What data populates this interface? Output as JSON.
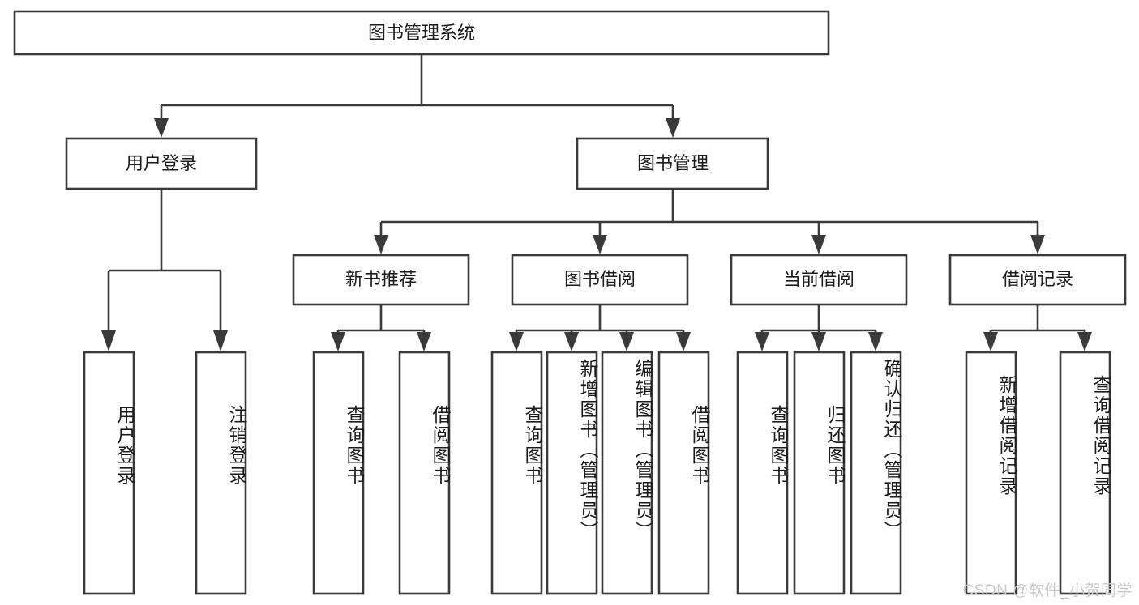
{
  "diagram": {
    "type": "tree-hierarchy",
    "title": "图书管理系统",
    "orientation": "top-down",
    "watermark": "CSDN @软件_小贺同学",
    "colors": {
      "box_stroke": "#3a3a3a",
      "box_fill": "#ffffff",
      "connector": "#3a3a3a",
      "text": "#1b1b1b",
      "watermark": "#c9c9c9",
      "background": "#ffffff"
    },
    "root": {
      "label": "图书管理系统"
    },
    "level2": [
      {
        "label": "用户登录"
      },
      {
        "label": "图书管理"
      }
    ],
    "level3": [
      {
        "label": "新书推荐"
      },
      {
        "label": "图书借阅"
      },
      {
        "label": "当前借阅"
      },
      {
        "label": "借阅记录"
      }
    ],
    "leaves": {
      "user_login": [
        {
          "label": "用户登录"
        },
        {
          "label": "注销登录"
        }
      ],
      "new_book_recommend": [
        {
          "label": "查询图书"
        },
        {
          "label": "借阅图书"
        }
      ],
      "book_borrow": [
        {
          "label": "查询图书"
        },
        {
          "label": "新增图书（管理员）"
        },
        {
          "label": "编辑图书（管理员）"
        },
        {
          "label": "借阅图书"
        }
      ],
      "current_borrow": [
        {
          "label": "查询图书"
        },
        {
          "label": "归还图书"
        },
        {
          "label": "确认归还（管理员）"
        }
      ],
      "borrow_record": [
        {
          "label": "新增借阅记录"
        },
        {
          "label": "查询借阅记录"
        }
      ]
    }
  }
}
